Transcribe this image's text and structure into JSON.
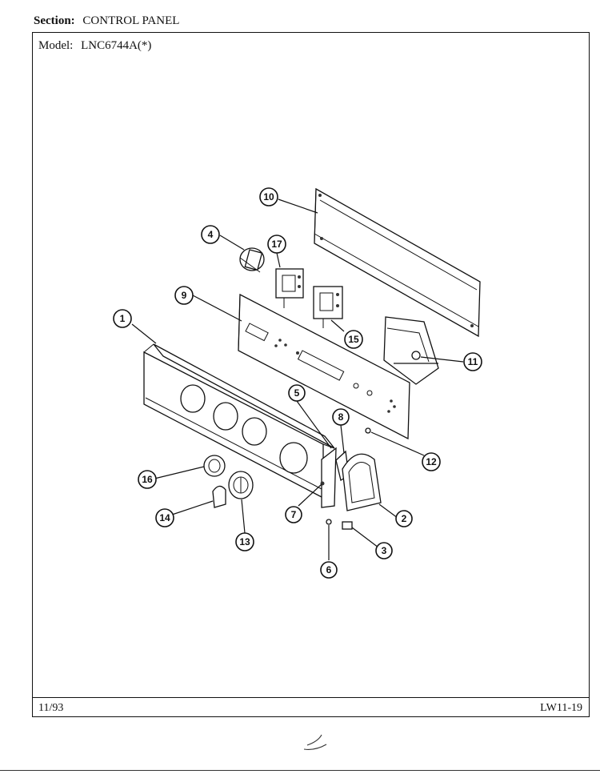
{
  "header": {
    "section_label": "Section:",
    "section_value": "CONTROL PANEL",
    "model_label": "Model:",
    "model_value": "LNC6744A(*)"
  },
  "footer": {
    "date": "11/93",
    "page_code": "LW11-19"
  },
  "callouts": {
    "c1": "1",
    "c2": "2",
    "c3": "3",
    "c4": "4",
    "c5": "5",
    "c6": "6",
    "c7": "7",
    "c8": "8",
    "c9": "9",
    "c10": "10",
    "c11": "11",
    "c12": "12",
    "c13": "13",
    "c14": "14",
    "c15": "15",
    "c16": "16",
    "c17": "17"
  }
}
